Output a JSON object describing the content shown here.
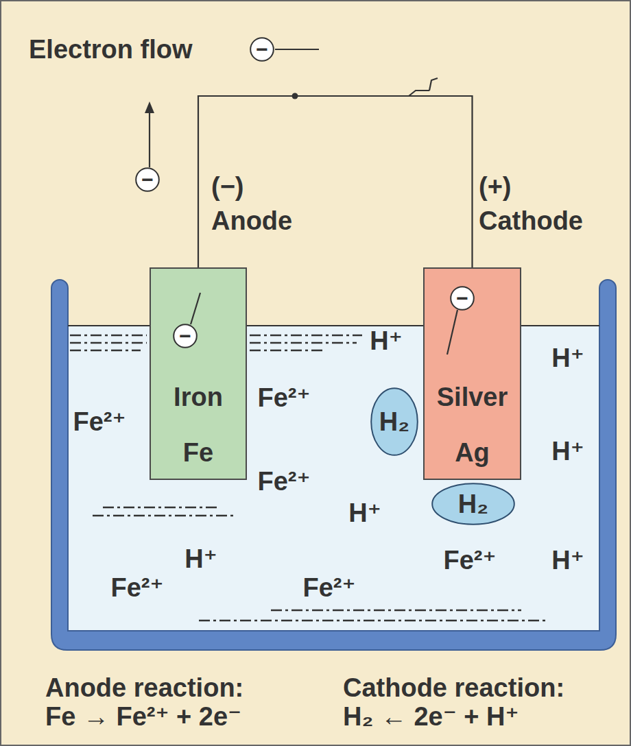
{
  "diagram": {
    "nodes": [
      {
        "text": [
          "−"
        ]
      },
      {
        "text": [
          "−"
        ]
      },
      {
        "text": [
          "Iron",
          "Fe"
        ]
      },
      {
        "text": [
          "−"
        ],
        "in": 2
      },
      {
        "text": [
          "Silver",
          "Ag"
        ]
      },
      {
        "text": [
          "−"
        ],
        "in": 4
      },
      {
        "text": [
          "H₂"
        ]
      },
      {
        "text": [
          "H₂"
        ]
      }
    ],
    "edges": [
      {
        "from": 2,
        "to": 4,
        "arrow": "none"
      }
    ],
    "labels": [
      "Electron flow",
      "(−)",
      "Anode",
      "(+)",
      "Cathode",
      "H⁺",
      "H⁺",
      "Fe²⁺",
      "Fe²⁺",
      "H⁺",
      "Fe²⁺",
      "H⁺",
      "H⁺",
      "Fe²⁺",
      "H⁺",
      "Fe²⁺",
      "Fe²⁺",
      "Anode reaction:",
      "Fe → Fe²⁺ + 2e⁻",
      "Cathode reaction:",
      "H₂ ← 2e⁻ + H⁺"
    ]
  }
}
